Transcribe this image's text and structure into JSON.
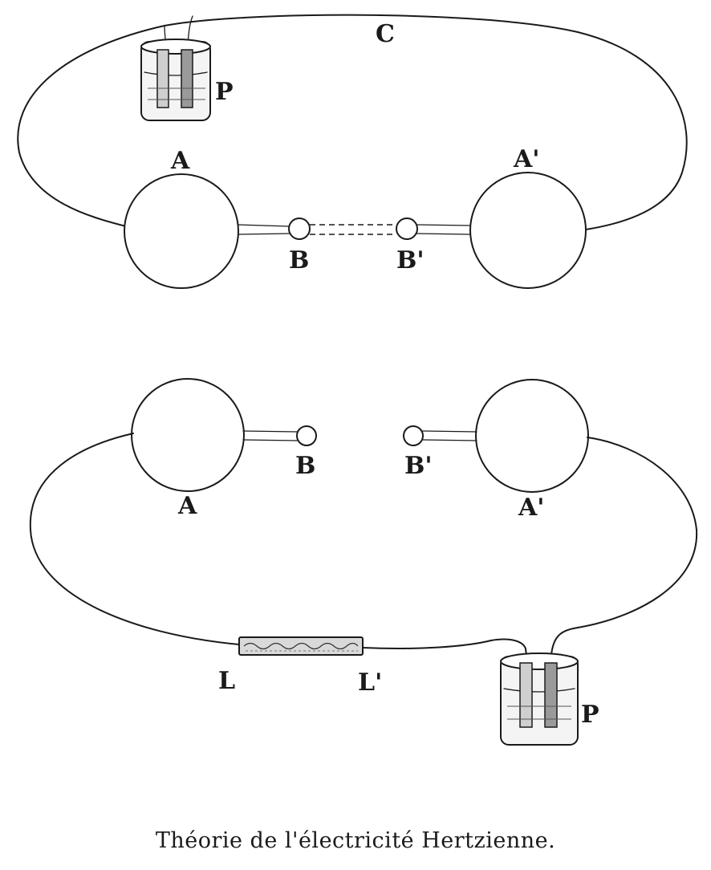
{
  "top_diagram": {
    "labels": {
      "c": "C",
      "p": "P",
      "a": "A",
      "a_prime": "A'",
      "b": "B",
      "b_prime": "B'"
    }
  },
  "bottom_diagram": {
    "labels": {
      "a": "A",
      "a_prime": "A'",
      "b": "B",
      "b_prime": "B'",
      "l": "L",
      "l_prime": "L'",
      "p": "P"
    }
  },
  "caption": "Théorie de l'électricité Hertzienne."
}
